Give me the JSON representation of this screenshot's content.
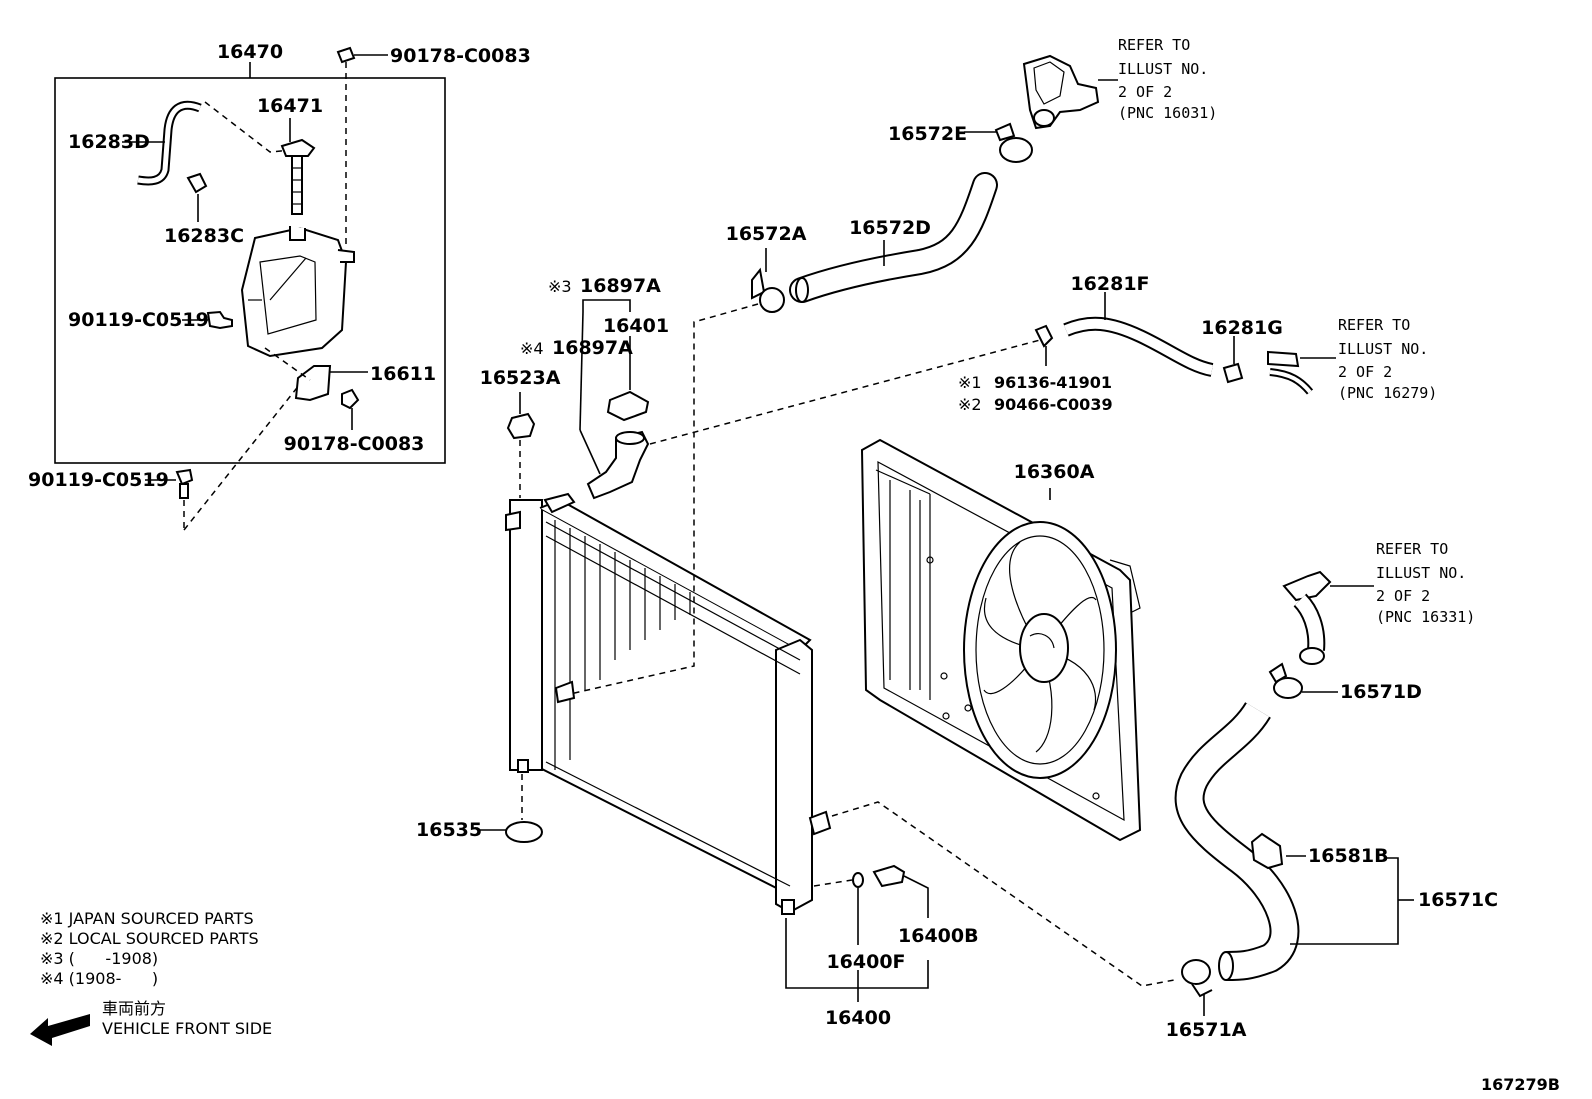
{
  "diagram": {
    "id": "167279B",
    "parts": {
      "p16470": "16470",
      "p90178a": "90178-C0083",
      "p16471": "16471",
      "p16283D": "16283D",
      "p16283C": "16283C",
      "p90119a": "90119-C0519",
      "p16611": "16611",
      "p90178b": "90178-C0083",
      "p90119b": "90119-C0519",
      "p16572E": "16572E",
      "p16572A": "16572A",
      "p16572D": "16572D",
      "p16897A_3": "16897A",
      "p16401": "16401",
      "p16897A_4": "16897A",
      "p16523A": "16523A",
      "p16281F": "16281F",
      "p16281G": "16281G",
      "p96136": "96136-41901",
      "p90466": "90466-C0039",
      "p16360A": "16360A",
      "p16571D": "16571D",
      "p16581B": "16581B",
      "p16571C": "16571C",
      "p16535": "16535",
      "p16400B": "16400B",
      "p16400F": "16400F",
      "p16400": "16400",
      "p16571A": "16571A"
    },
    "marks": {
      "m3": "※3",
      "m4": "※4",
      "m1": "※1",
      "m2": "※2"
    },
    "refs": {
      "ref1": [
        "REFER TO",
        "ILLUST NO.",
        "2 OF 2",
        "(PNC 16031)"
      ],
      "ref2": [
        "REFER TO",
        "ILLUST NO.",
        "2 OF 2",
        "(PNC 16279)"
      ],
      "ref3": [
        "REFER TO",
        "ILLUST NO.",
        "2 OF 2",
        "(PNC 16331)"
      ]
    },
    "legend": {
      "l1": "※1  JAPAN SOURCED PARTS",
      "l2": "※2  LOCAL SOURCED PARTS",
      "l3": "※3 (      -1908)",
      "l4": "※4 (1908-      )"
    },
    "front": {
      "jp": "車両前方",
      "en": "VEHICLE FRONT SIDE"
    }
  }
}
